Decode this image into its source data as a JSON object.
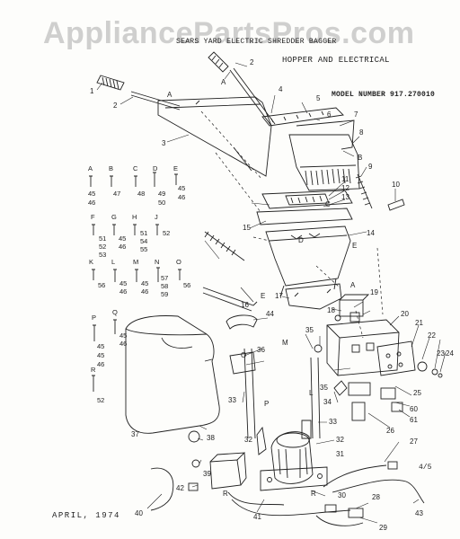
{
  "watermark": "AppliancePartsPros.com",
  "header": {
    "top_line": "SEARS YARD ELECTRIC SHREDDER BAGGER",
    "section": "HOPPER AND ELECTRICAL",
    "model": "MODEL NUMBER 917.270010"
  },
  "footer": {
    "date": "APRIL, 1974",
    "code": "4/5"
  },
  "hardware_letters": [
    "A",
    "B",
    "C",
    "D",
    "E",
    "F",
    "G",
    "H",
    "J",
    "K",
    "L",
    "M",
    "N",
    "O",
    "P",
    "Q",
    "R"
  ],
  "hardware_numbers": [
    "45",
    "46",
    "47",
    "48",
    "49",
    "50",
    "51",
    "52",
    "53",
    "54",
    "55",
    "56",
    "57",
    "58",
    "59"
  ],
  "callouts": [
    "1",
    "2",
    "3",
    "4",
    "5",
    "6",
    "7",
    "8",
    "9",
    "10",
    "11",
    "12",
    "13",
    "14",
    "15",
    "16",
    "17",
    "18",
    "19",
    "20",
    "21",
    "22",
    "23",
    "24",
    "25",
    "26",
    "27",
    "28",
    "29",
    "30",
    "31",
    "32",
    "33",
    "34",
    "35",
    "36",
    "37",
    "38",
    "39",
    "40",
    "41",
    "42",
    "43",
    "44",
    "60",
    "61"
  ],
  "colors": {
    "ink": "#222222",
    "paper": "#fdfdfb",
    "watermark": "#969696"
  }
}
